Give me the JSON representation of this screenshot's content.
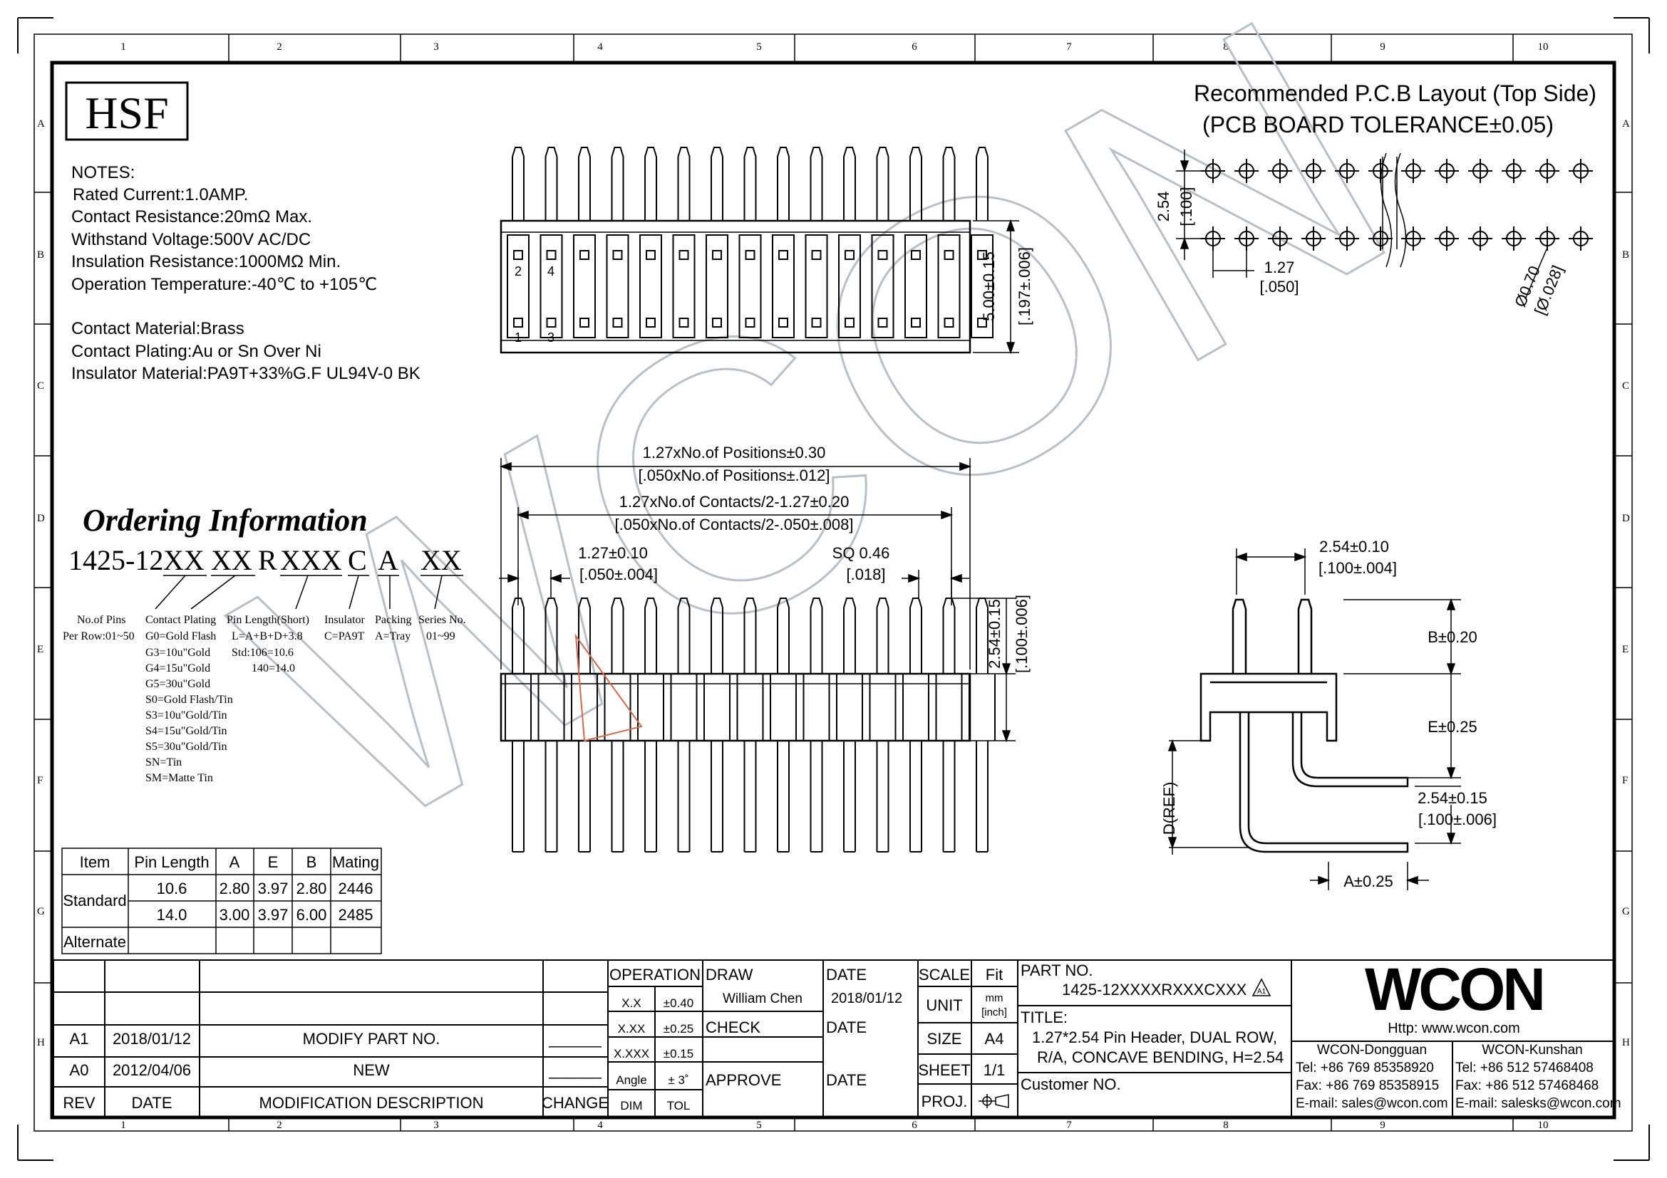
{
  "grid": {
    "cols": [
      "1",
      "2",
      "3",
      "4",
      "5",
      "6",
      "7",
      "8",
      "9",
      "10"
    ],
    "rows": [
      "A",
      "B",
      "C",
      "D",
      "E",
      "F",
      "G",
      "H"
    ]
  },
  "logo": "HSF",
  "watermark": "WCON",
  "notes": {
    "heading": "NOTES:",
    "lines": [
      "Rated Current:1.0AMP.",
      "Contact Resistance:20mΩ Max.",
      "Withstand Voltage:500V AC/DC",
      "Insulation Resistance:1000MΩ Min.",
      "Operation Temperature:-40℃ to +105℃"
    ],
    "lines2": [
      "Contact Material:Brass",
      "Contact Plating:Au or Sn Over Ni",
      "Insulator Material:PA9T+33%G.F UL94V-0 BK"
    ]
  },
  "pcb": {
    "title1": "Recommended P.C.B Layout (Top Side)",
    "title2": "(PCB BOARD TOLERANCE±0.05)",
    "dim_row": "2.54",
    "dim_row_in": "[.100]",
    "dim_pitch": "1.27",
    "dim_pitch_in": "[.050]",
    "dim_hole": "Ø0.70",
    "dim_hole_in": "[Ø.028]"
  },
  "top_view": {
    "pin_labels": [
      "2",
      "4",
      "1",
      "3"
    ],
    "dim_h": "5.00±0.15",
    "dim_h_in": "[.197±.006]"
  },
  "front_view": {
    "dim_total": "1.27xNo.of Positions±0.30",
    "dim_total_in": "[.050xNo.of Positions±.012]",
    "dim_span": "1.27xNo.of Contacts/2-1.27±0.20",
    "dim_span_in": "[.050xNo.of Contacts/2-.050±.008]",
    "dim_pitch": "1.27±0.10",
    "dim_pitch_in": "[.050±.004]",
    "dim_sq": "SQ 0.46",
    "dim_sq_in": "[.018]",
    "dim_h": "2.54±0.15",
    "dim_h_in": "[.100±.006]"
  },
  "side_view": {
    "dim_pitch": "2.54±0.10",
    "dim_pitch_in": "[.100±.004]",
    "dim_b": "B±0.20",
    "dim_e": "E±0.25",
    "dim_leg": "2.54±0.15",
    "dim_leg_in": "[.100±.006]",
    "dim_a": "A±0.25",
    "dim_d": "D(REF)"
  },
  "ordering": {
    "title": "Ordering Information",
    "code_prefix": "1425-12",
    "code_parts": [
      "XX",
      "XX",
      "R",
      "XXX",
      "C",
      "A",
      "XX"
    ],
    "lines": [
      [
        "No.of Pins",
        "Contact Plating",
        "Pin Length(Short)",
        "Insulator",
        "Packing",
        "Series No."
      ],
      [
        "Per Row:01~50",
        "G0=Gold Flash",
        "L=A+B+D+3.8",
        "C=PA9T",
        "A=Tray",
        "01~99"
      ]
    ],
    "plating_opts": [
      "G3=10u\"Gold",
      "G4=15u\"Gold",
      "G5=30u\"Gold",
      "S0=Gold Flash/Tin",
      "S3=10u\"Gold/Tin",
      "S4=15u\"Gold/Tin",
      "S5=30u\"Gold/Tin",
      "SN=Tin",
      "SM=Matte Tin"
    ],
    "length_opts": [
      "Std:106=10.6",
      "140=14.0"
    ]
  },
  "spec_table": {
    "headers": [
      "Item",
      "Pin Length",
      "A",
      "E",
      "B",
      "Mating"
    ],
    "group": "Standard",
    "rows": [
      [
        "10.6",
        "2.80",
        "3.97",
        "2.80",
        "2446"
      ],
      [
        "14.0",
        "3.00",
        "3.97",
        "6.00",
        "2485"
      ]
    ],
    "alt": "Alternate"
  },
  "title_block": {
    "revisions": [
      {
        "rev": "A1",
        "date": "2018/01/12",
        "desc": "MODIFY PART NO.",
        "change": "______"
      },
      {
        "rev": "A0",
        "date": "2012/04/06",
        "desc": "NEW",
        "change": "______"
      }
    ],
    "rev_h": "REV",
    "date_h": "DATE",
    "desc_h": "MODIFICATION DESCRIPTION",
    "change_h": "CHANGE",
    "operation": "OPERATION",
    "tol_rows": [
      [
        "X.X",
        "±0.40"
      ],
      [
        "X.XX",
        "±0.25"
      ],
      [
        "X.XXX",
        "±0.15"
      ],
      [
        "Angle",
        "± 3˚"
      ]
    ],
    "dim": "DIM",
    "tol": "TOL",
    "draw": "DRAW",
    "drawer": "William Chen",
    "check": "CHECK",
    "approve": "APPROVE",
    "date_l": "DATE",
    "draw_date": "2018/01/12",
    "scale": "SCALE",
    "scale_v": "Fit",
    "unit": "UNIT",
    "unit_v1": "mm",
    "unit_v2": "[inch]",
    "size": "SIZE",
    "size_v": "A4",
    "sheet": "SHEET",
    "sheet_v": "1/1",
    "proj": "PROJ.",
    "part_no_l": "PART NO.",
    "part_no": "1425-12XXXXRXXXCXXX",
    "rev_mark": "A1",
    "title_l": "TITLE:",
    "title1": "1.27*2.54 Pin Header, DUAL ROW,",
    "title2": "R/A, CONCAVE BENDING, H=2.54",
    "customer": "Customer NO.",
    "brand": "WCON",
    "http": "Http: www.wcon.com",
    "office1": "WCON-Dongguan",
    "office1_tel": "Tel: +86 769 85358920",
    "office1_fax": "Fax: +86 769 85358915",
    "office1_mail": "E-mail: sales@wcon.com",
    "office2": "WCON-Kunshan",
    "office2_tel": "Tel: +86 512 57468408",
    "office2_fax": "Fax: +86 512 57468468",
    "office2_mail": "E-mail: salesks@wcon.com"
  }
}
